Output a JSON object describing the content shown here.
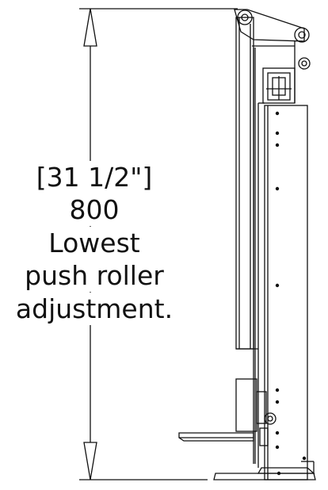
{
  "dimension": {
    "imperial": "[31 1/2\"]",
    "metric": "800",
    "note_line1": "Lowest",
    "note_line2": "push roller",
    "note_line3": "adjustment."
  },
  "colors": {
    "line": "#111111",
    "background": "#ffffff"
  }
}
